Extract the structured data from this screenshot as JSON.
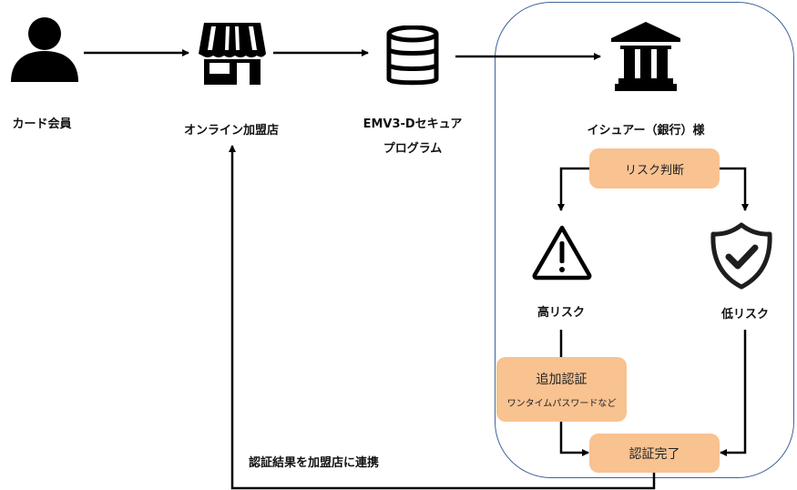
{
  "nodes": {
    "cardholder": {
      "label": "カード会員",
      "icon": "person-icon"
    },
    "merchant": {
      "label": "オンライン加盟店",
      "icon": "storefront-icon"
    },
    "emv3ds": {
      "label_line1": "EMV3-Dセキュア",
      "label_line2": "プログラム",
      "icon": "database-icon"
    },
    "issuer": {
      "label": "イシュアー（銀行）様",
      "icon": "bank-icon"
    },
    "risk_assessment": {
      "label": "リスク判断"
    },
    "high_risk": {
      "label": "高リスク",
      "icon": "warning-icon"
    },
    "low_risk": {
      "label": "低リスク",
      "icon": "shield-check-icon"
    },
    "additional_auth": {
      "label": "追加認証",
      "sublabel": "ワンタイムパスワードなど"
    },
    "auth_complete": {
      "label": "認証完了"
    }
  },
  "edges": {
    "return_label": "認証結果を加盟店に連携"
  },
  "colors": {
    "box_fill": "#f8c291",
    "issuer_border": "#3d6399",
    "line": "#000000"
  }
}
